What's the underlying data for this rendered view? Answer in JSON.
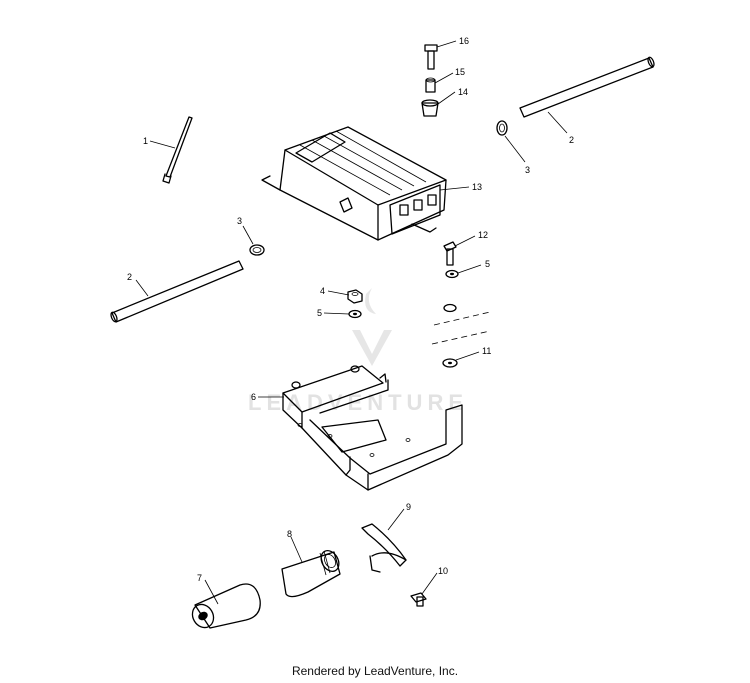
{
  "callouts": {
    "c1": "1",
    "c2a": "2",
    "c2b": "2",
    "c3a": "3",
    "c3b": "3",
    "c4": "4",
    "c5a": "5",
    "c5b": "5",
    "c6": "6",
    "c7": "7",
    "c8": "8",
    "c9": "9",
    "c10": "10",
    "c11": "11",
    "c12": "12",
    "c13": "13",
    "c14": "14",
    "c15": "15",
    "c16": "16"
  },
  "watermark": "LEADVENTURE",
  "footer": "Rendered by LeadVenture, Inc."
}
